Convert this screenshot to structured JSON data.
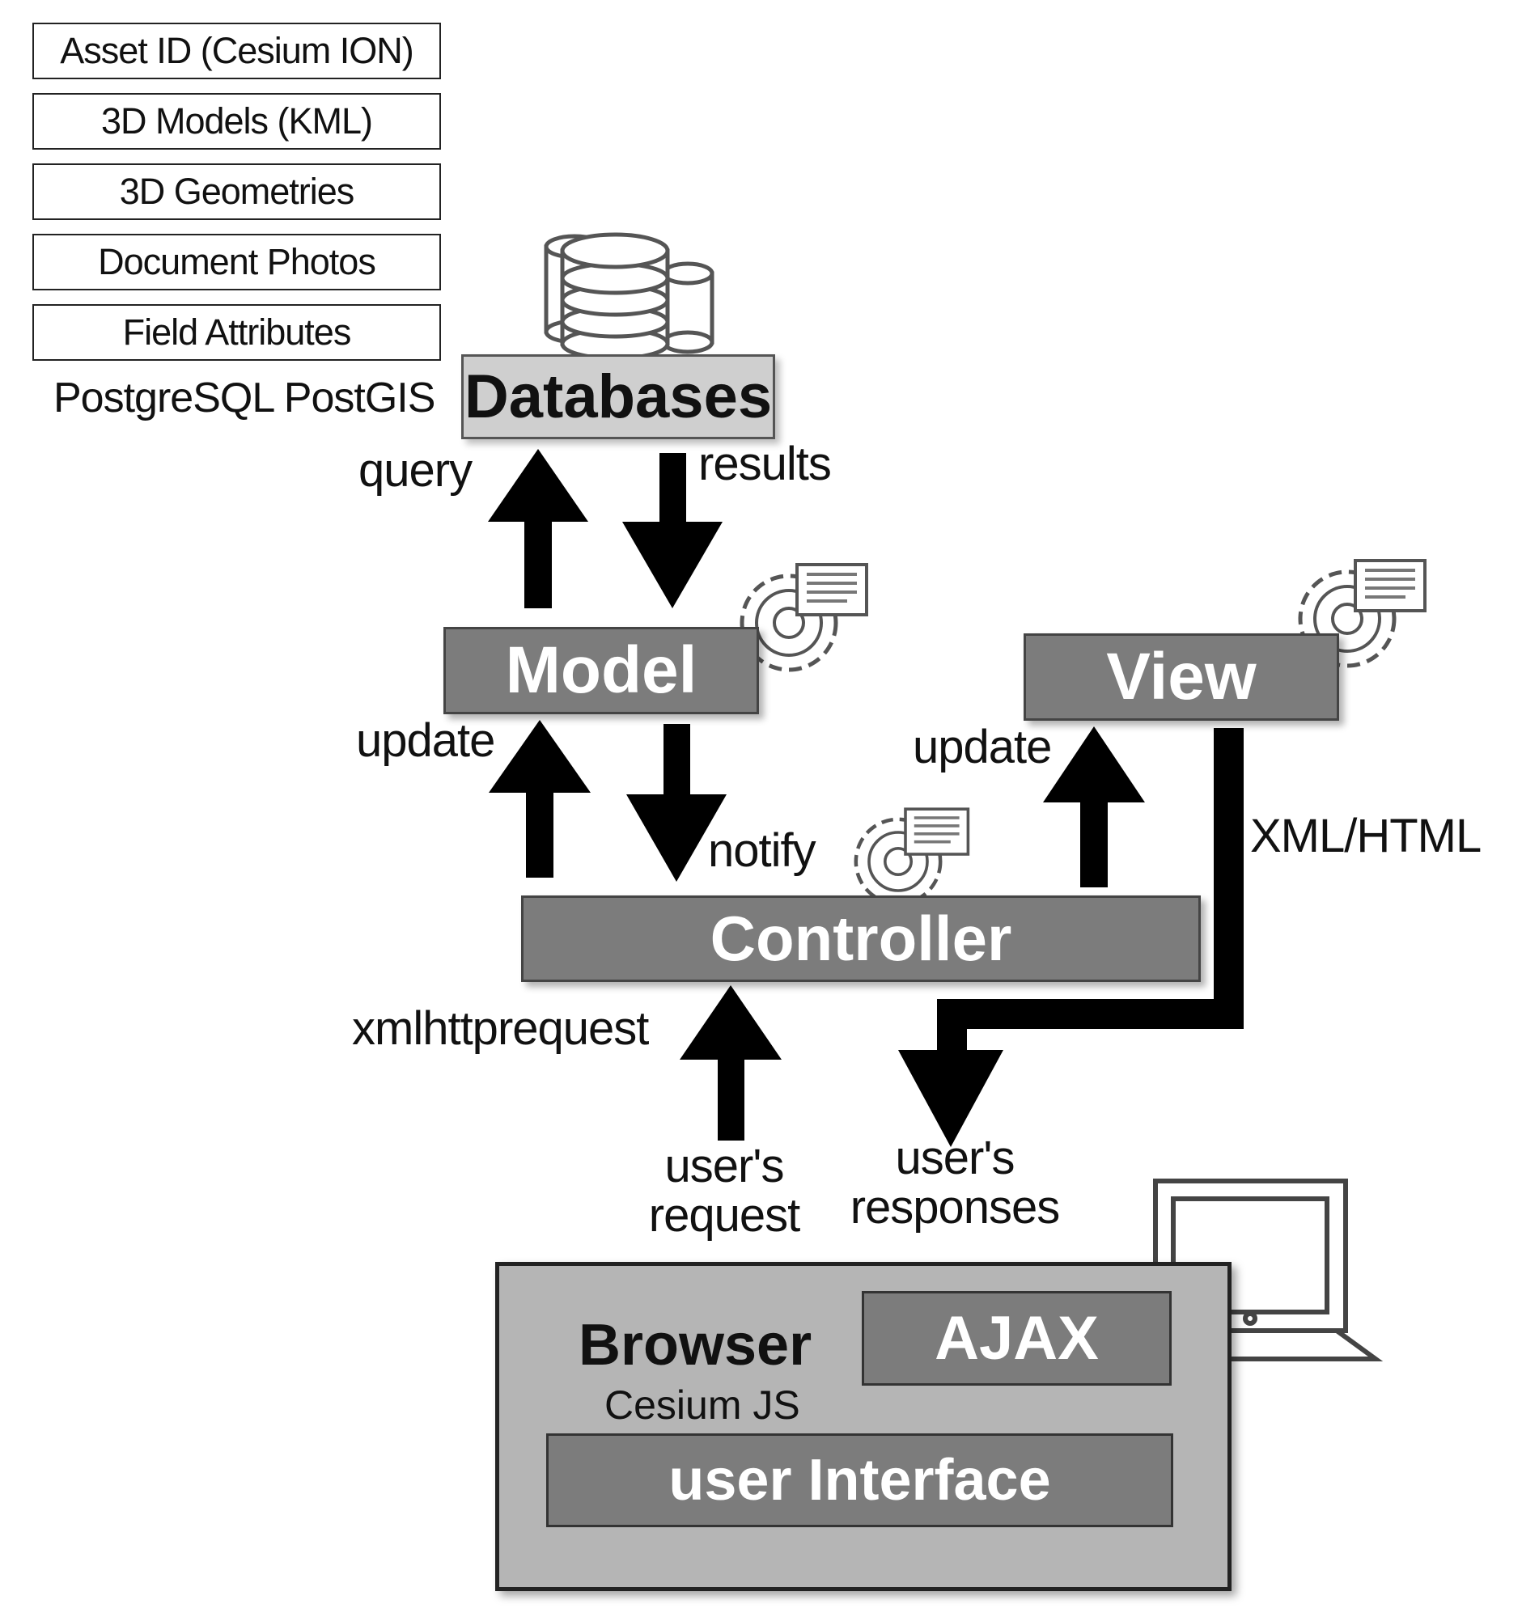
{
  "legend": {
    "items": [
      "Asset ID (Cesium ION)",
      "3D Models (KML)",
      "3D Geometries",
      "Document Photos",
      "Field Attributes"
    ],
    "caption": "PostgreSQL PostGIS"
  },
  "components": {
    "databases": "Databases",
    "model": "Model",
    "view": "View",
    "controller": "Controller",
    "browser": "Browser",
    "browser_sub": "Cesium JS",
    "ajax": "AJAX",
    "user_interface": "user Interface"
  },
  "flows": {
    "query": "query",
    "results": "results",
    "update_model": "update",
    "notify": "notify",
    "update_view": "update",
    "xml_html": "XML/HTML",
    "xmlhttprequest": "xmlhttprequest",
    "users_request": "user's\nrequest",
    "users_responses": "user's\nresponses"
  },
  "icons": {
    "databases": "database-stack-icon",
    "model": "gear-document-icon",
    "view": "gear-document-icon",
    "controller": "gear-document-icon",
    "client": "laptop-icon"
  },
  "colors": {
    "component_fill": "#7c7c7c",
    "database_fill": "#cfcfcf",
    "browser_fill": "#b5b5b5",
    "arrow": "#000000"
  }
}
